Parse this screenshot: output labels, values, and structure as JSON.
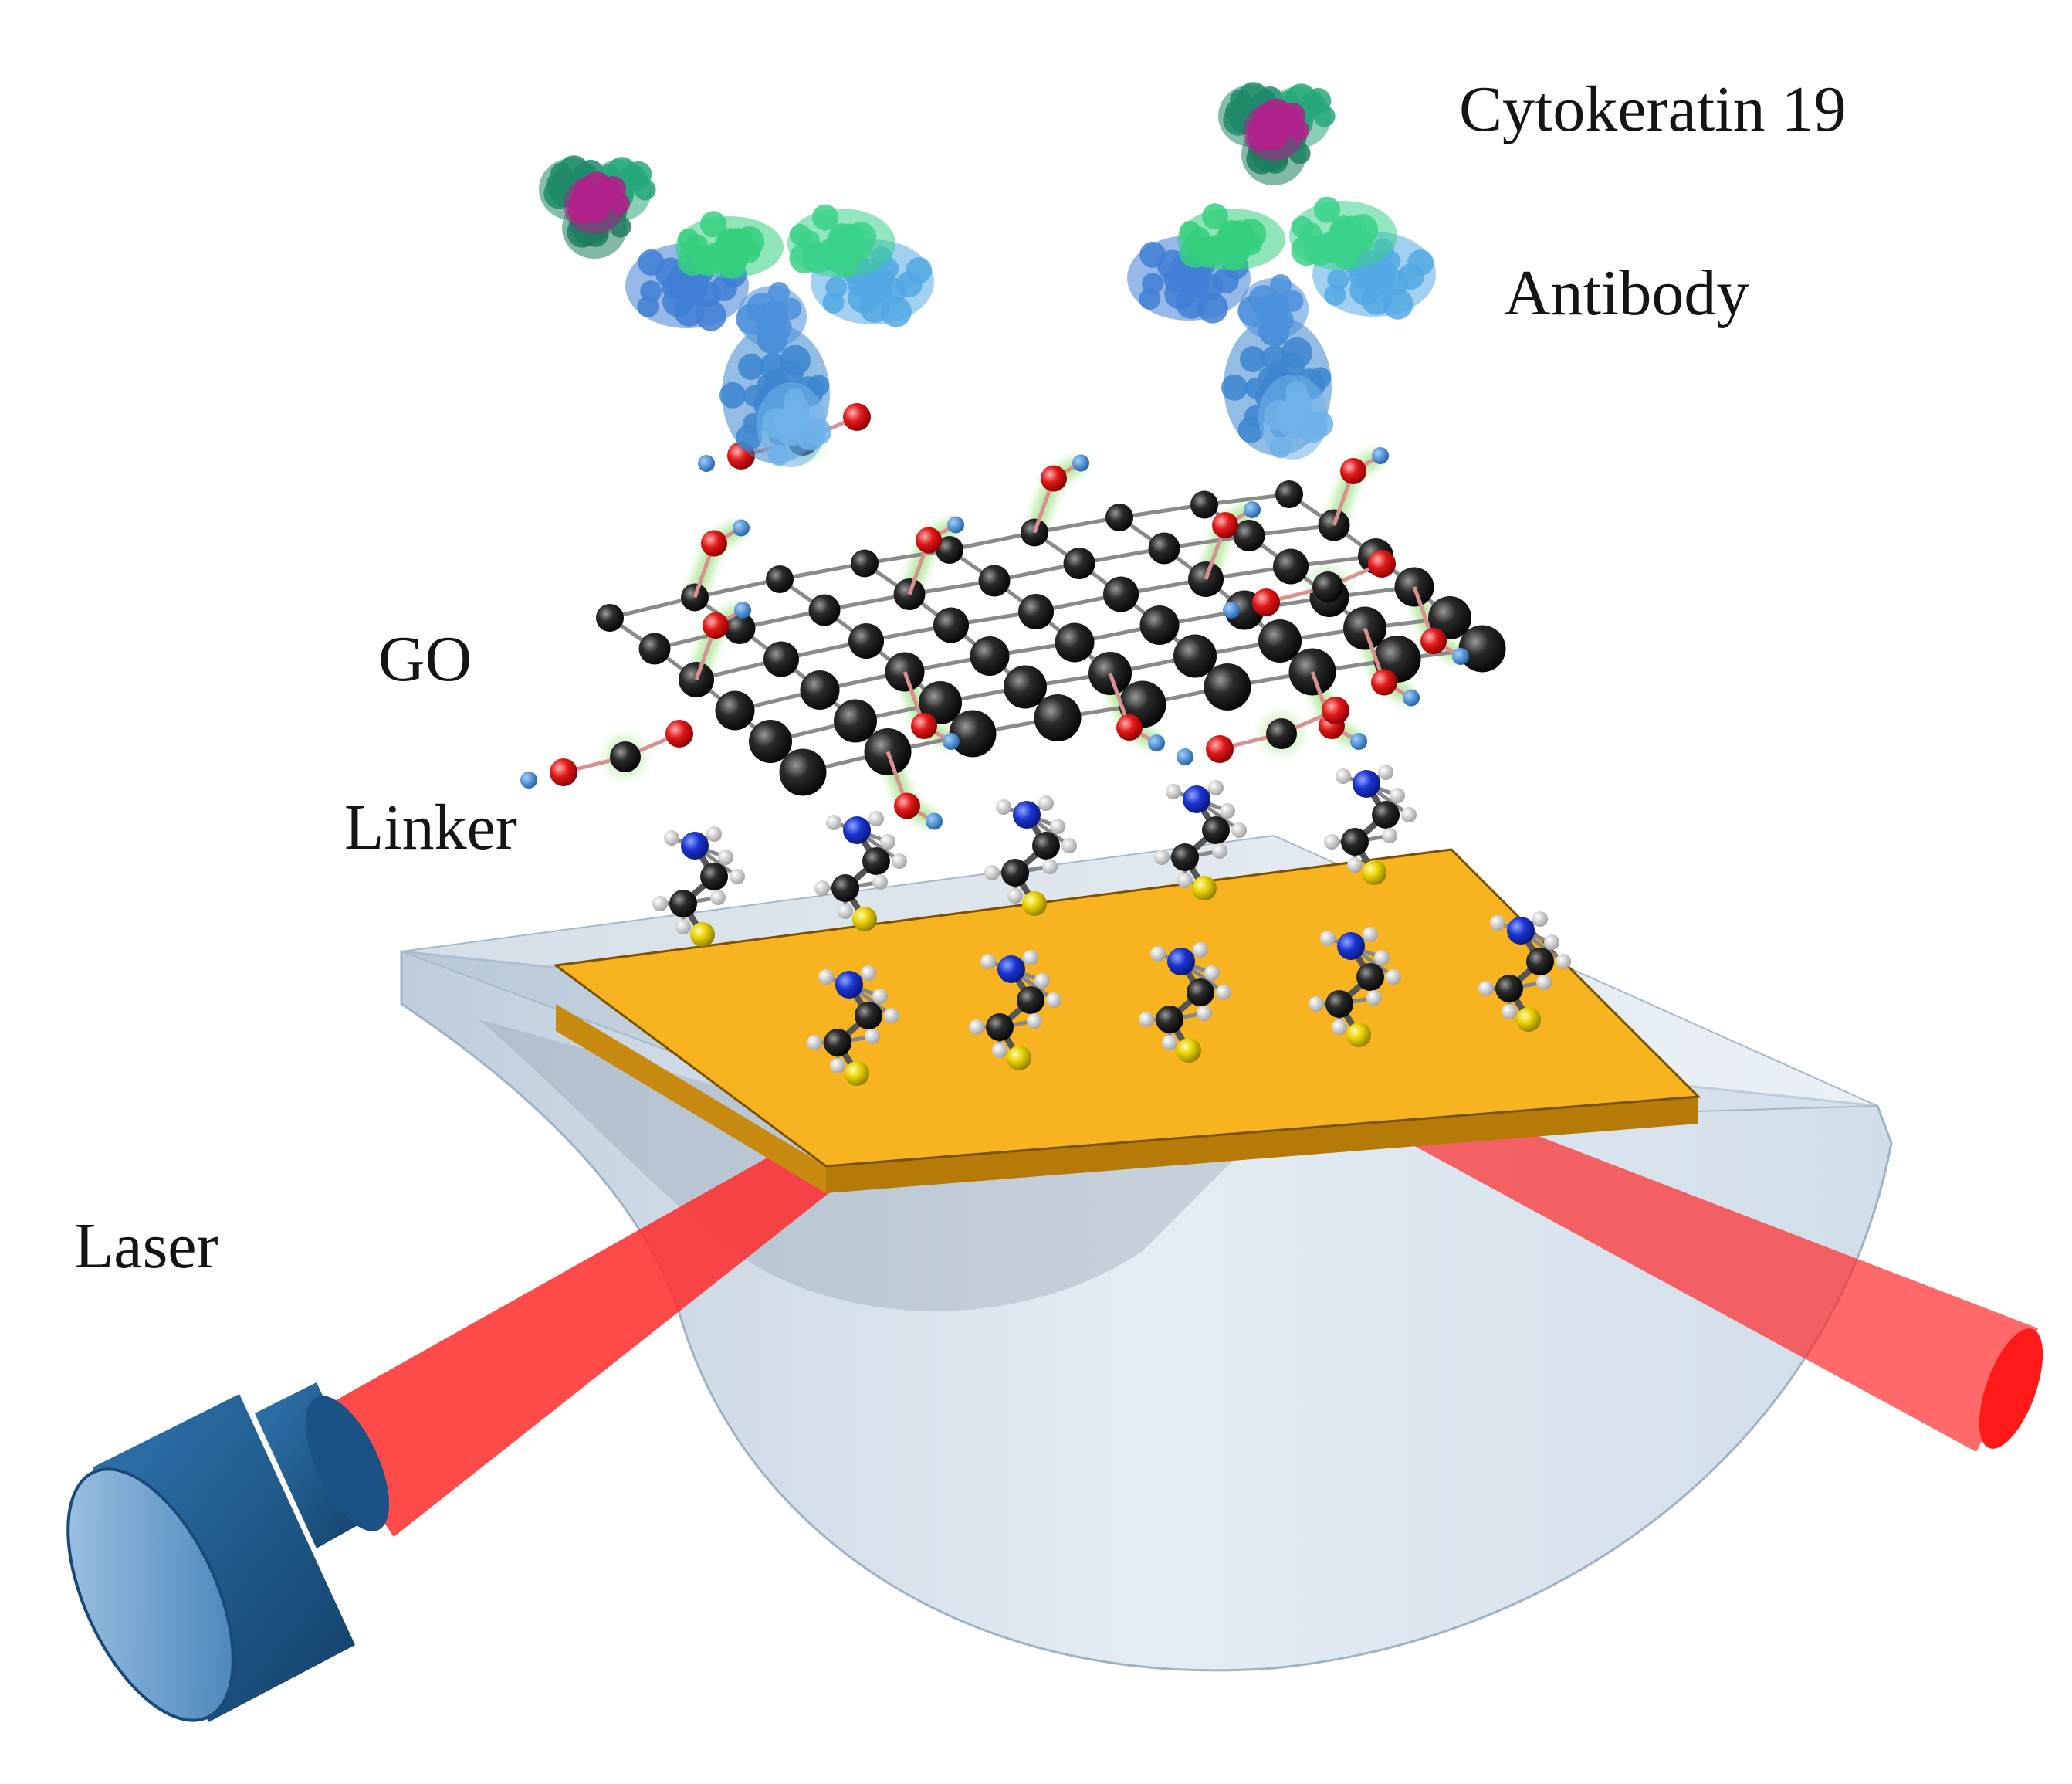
{
  "labels": {
    "cytokeratin": "Cytokeratin 19",
    "antibody": "Antibody",
    "go": "GO",
    "linker": "Linker",
    "laser": "Laser"
  },
  "colors": {
    "gold_film": "#f7b320",
    "prism": "#c6d6e6",
    "laser_beam": "#ff3030",
    "laser_body": "#1f5a8a",
    "carbon": "#1c1c1c",
    "oxygen": "#e81b1b",
    "hydrogen": "#f0f0f0",
    "nitrogen": "#1a3ad0",
    "sulfur": "#e8d400",
    "antibody_heavy": "#4a8fd8",
    "antibody_light": "#3fcf88",
    "cytokeratin": "#b0208a"
  }
}
